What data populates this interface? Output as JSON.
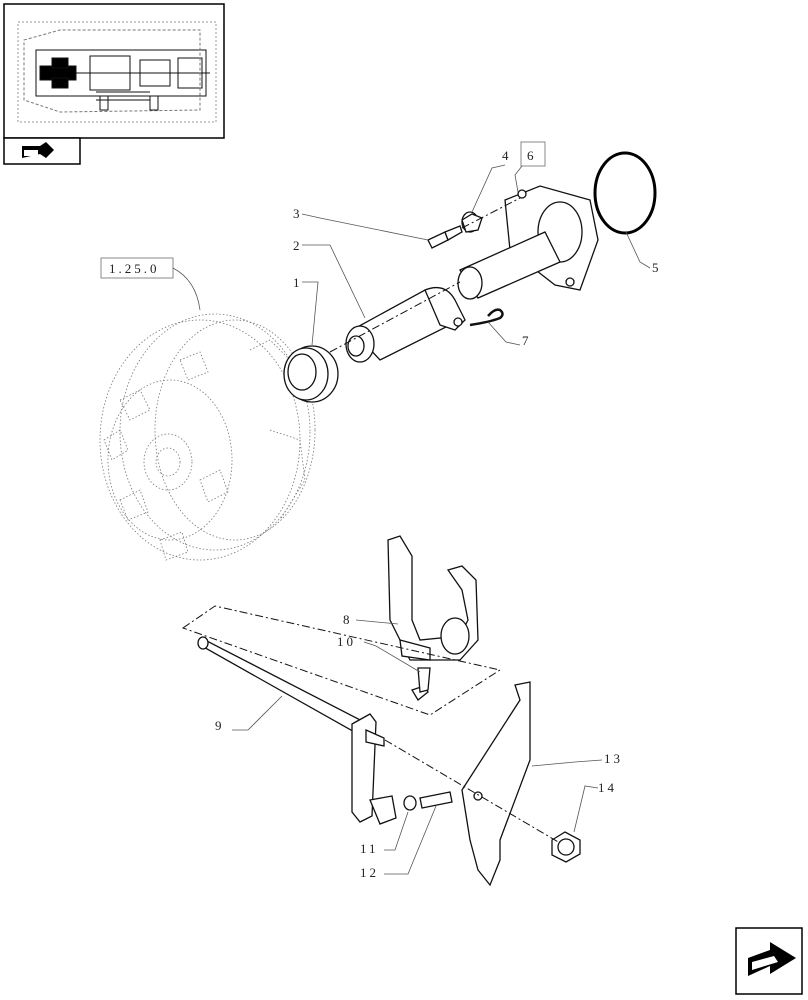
{
  "thumbnail": {
    "description_icon": "transmission-section-icon"
  },
  "nav_icons": {
    "top_left": "book-arrow-icon",
    "bottom_right": "next-page-arrow-icon"
  },
  "reference_box": "1.25.0",
  "callouts": {
    "c1": "1",
    "c2": "2",
    "c3": "3",
    "c4": "4",
    "c5": "5",
    "c6": "6",
    "c7": "7",
    "c8": "8",
    "c9": "9",
    "c10": "10",
    "c11": "11",
    "c12": "12",
    "c13": "13",
    "c14": "14"
  }
}
